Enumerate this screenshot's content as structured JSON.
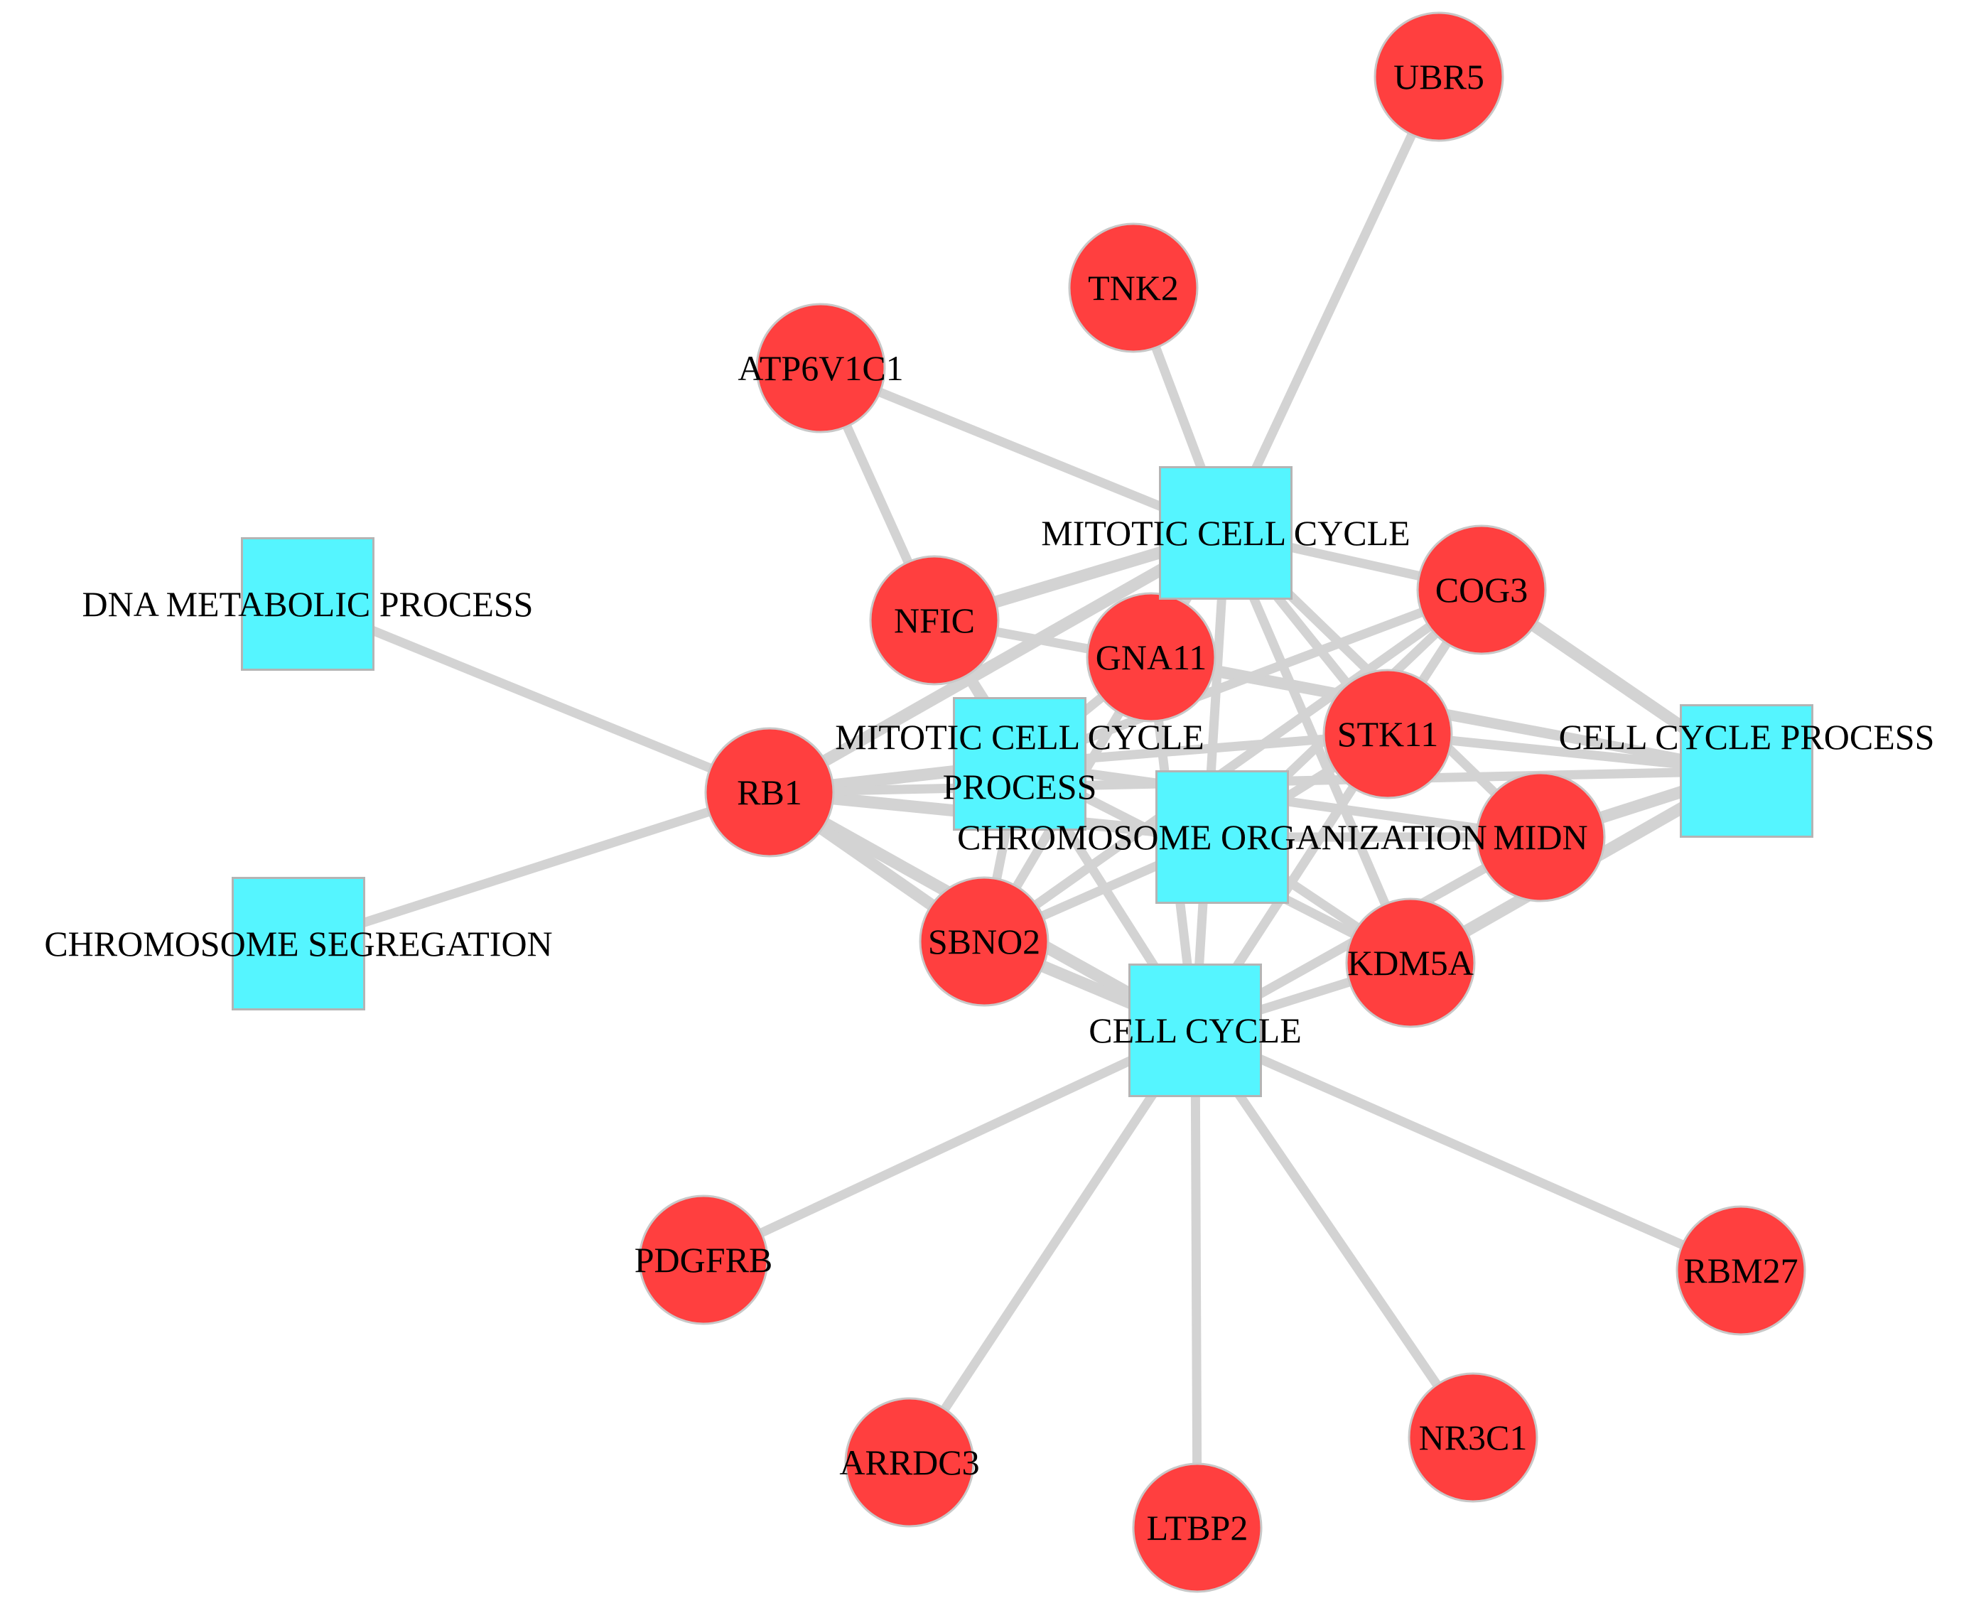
{
  "colors": {
    "gene_fill": "#ff3f3f",
    "term_fill": "#55f5ff",
    "edge": "#d3d3d3",
    "background": "#ffffff"
  },
  "terms": [
    {
      "id": "mcc",
      "label": [
        "MITOTIC CELL CYCLE"
      ]
    },
    {
      "id": "dna",
      "label": [
        "DNA METABOLIC PROCESS"
      ]
    },
    {
      "id": "mccp",
      "label": [
        "MITOTIC CELL CYCLE",
        "PROCESS"
      ]
    },
    {
      "id": "ccp",
      "label": [
        "CELL CYCLE PROCESS"
      ]
    },
    {
      "id": "chrorg",
      "label": [
        "CHROMOSOME ORGANIZATION"
      ]
    },
    {
      "id": "chrseg",
      "label": [
        "CHROMOSOME SEGREGATION"
      ]
    },
    {
      "id": "cc",
      "label": [
        "CELL CYCLE"
      ]
    }
  ],
  "genes": [
    {
      "id": "UBR5",
      "label": "UBR5"
    },
    {
      "id": "TNK2",
      "label": "TNK2"
    },
    {
      "id": "ATP6V1C1",
      "label": "ATP6V1C1"
    },
    {
      "id": "NFIC",
      "label": "NFIC"
    },
    {
      "id": "GNA11",
      "label": "GNA11"
    },
    {
      "id": "COG3",
      "label": "COG3"
    },
    {
      "id": "STK11",
      "label": "STK11"
    },
    {
      "id": "MIDN",
      "label": "MIDN"
    },
    {
      "id": "RB1",
      "label": "RB1"
    },
    {
      "id": "SBNO2",
      "label": "SBNO2"
    },
    {
      "id": "KDM5A",
      "label": "KDM5A"
    },
    {
      "id": "PDGFRB",
      "label": "PDGFRB"
    },
    {
      "id": "RBM27",
      "label": "RBM27"
    },
    {
      "id": "ARRDC3",
      "label": "ARRDC3"
    },
    {
      "id": "LTBP2",
      "label": "LTBP2"
    },
    {
      "id": "NR3C1",
      "label": "NR3C1"
    }
  ],
  "edges": [
    [
      "UBR5",
      "mcc"
    ],
    [
      "TNK2",
      "mcc"
    ],
    [
      "ATP6V1C1",
      "mcc"
    ],
    [
      "ATP6V1C1",
      "NFIC"
    ],
    [
      "mcc",
      "RB1"
    ],
    [
      "mcc",
      "NFIC"
    ],
    [
      "mcc",
      "GNA11"
    ],
    [
      "mcc",
      "COG3"
    ],
    [
      "mcc",
      "STK11"
    ],
    [
      "mcc",
      "MIDN"
    ],
    [
      "mcc",
      "KDM5A"
    ],
    [
      "mcc",
      "SBNO2"
    ],
    [
      "mcc",
      "cc"
    ],
    [
      "dna",
      "RB1"
    ],
    [
      "chrseg",
      "RB1"
    ],
    [
      "RB1",
      "mccp"
    ],
    [
      "RB1",
      "chrorg"
    ],
    [
      "RB1",
      "cc"
    ],
    [
      "RB1",
      "ccp"
    ],
    [
      "RB1",
      "SBNO2"
    ],
    [
      "NFIC",
      "mccp"
    ],
    [
      "NFIC",
      "cc"
    ],
    [
      "NFIC",
      "ccp"
    ],
    [
      "GNA11",
      "mccp"
    ],
    [
      "GNA11",
      "cc"
    ],
    [
      "GNA11",
      "ccp"
    ],
    [
      "COG3",
      "ccp"
    ],
    [
      "COG3",
      "mccp"
    ],
    [
      "COG3",
      "chrorg"
    ],
    [
      "COG3",
      "cc"
    ],
    [
      "COG3",
      "SBNO2"
    ],
    [
      "STK11",
      "ccp"
    ],
    [
      "STK11",
      "mccp"
    ],
    [
      "STK11",
      "chrorg"
    ],
    [
      "STK11",
      "cc"
    ],
    [
      "MIDN",
      "ccp"
    ],
    [
      "MIDN",
      "mccp"
    ],
    [
      "MIDN",
      "chrorg"
    ],
    [
      "MIDN",
      "cc"
    ],
    [
      "KDM5A",
      "ccp"
    ],
    [
      "KDM5A",
      "mccp"
    ],
    [
      "KDM5A",
      "chrorg"
    ],
    [
      "KDM5A",
      "cc"
    ],
    [
      "SBNO2",
      "mccp"
    ],
    [
      "SBNO2",
      "chrorg"
    ],
    [
      "SBNO2",
      "cc"
    ],
    [
      "cc",
      "PDGFRB"
    ],
    [
      "cc",
      "RBM27"
    ],
    [
      "cc",
      "ARRDC3"
    ],
    [
      "cc",
      "LTBP2"
    ],
    [
      "cc",
      "NR3C1"
    ]
  ]
}
